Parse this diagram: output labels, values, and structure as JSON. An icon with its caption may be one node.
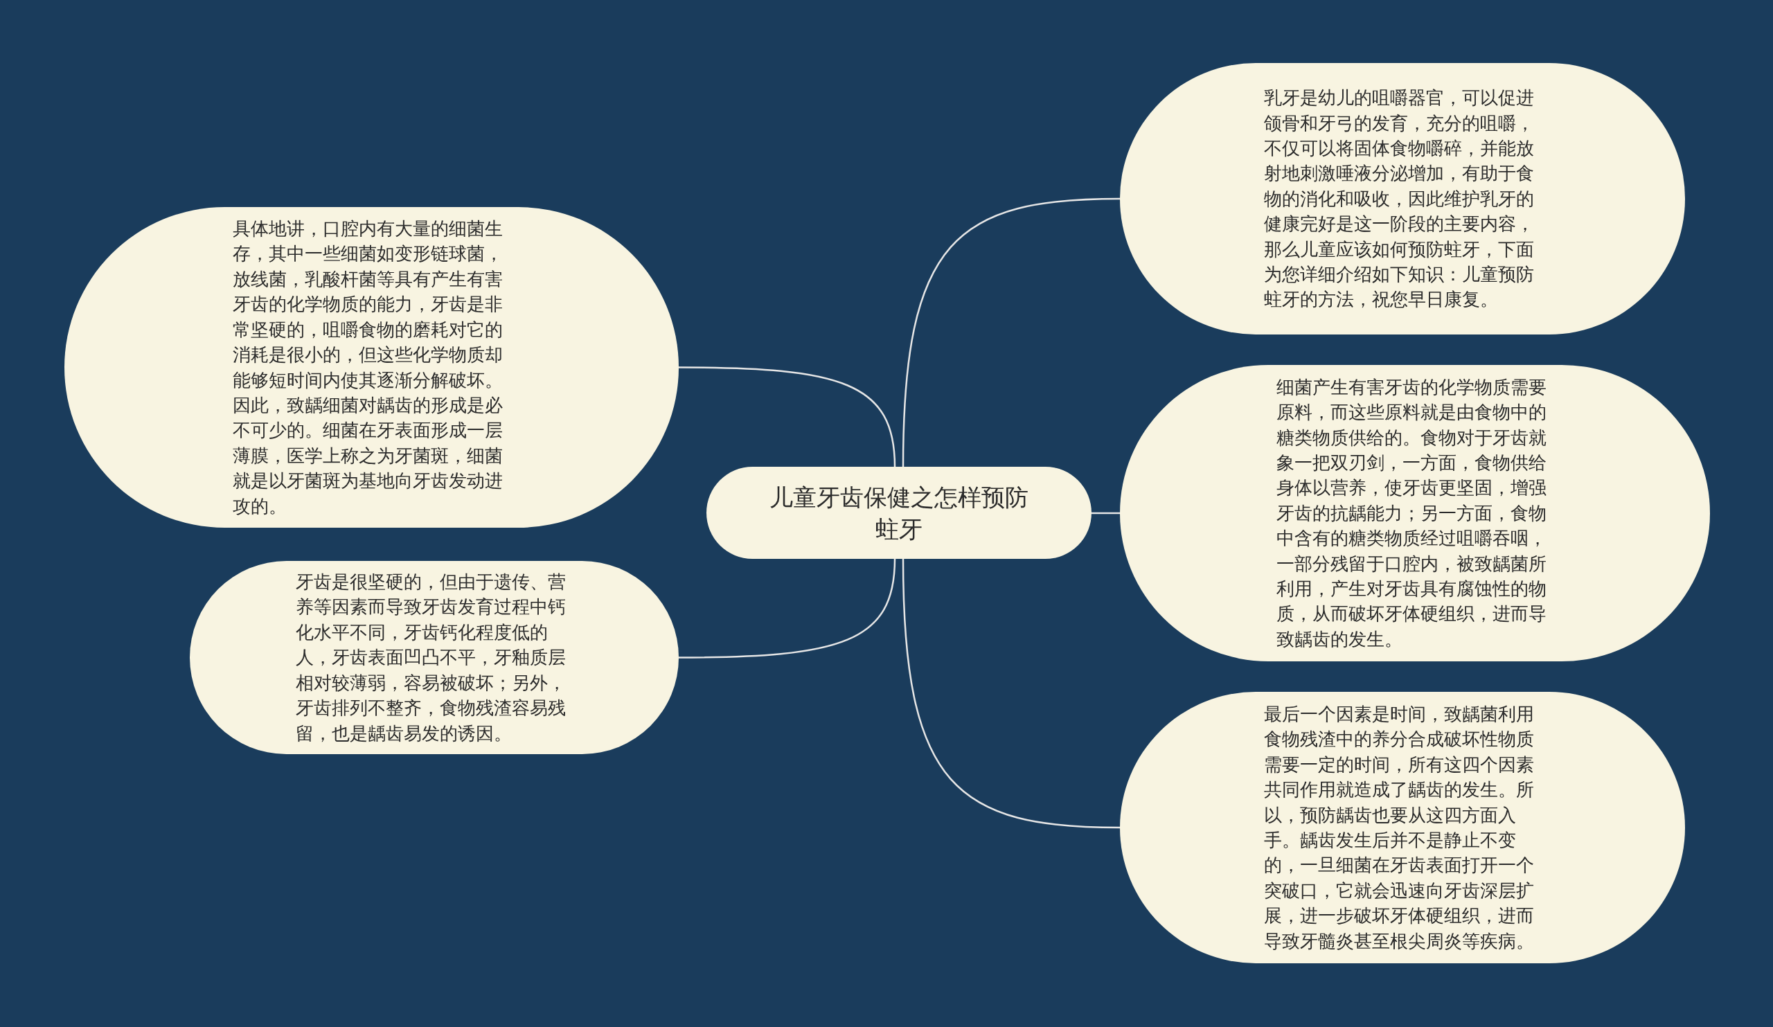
{
  "diagram": {
    "nodes": [
      {
        "text": [
          "儿童牙齿保健之怎样预防蛀牙"
        ]
      },
      {
        "text": [
          "乳牙是幼儿的咀嚼器官，可以促进颌骨和牙弓的发育，充分的咀嚼，不仅可以将固体食物嚼碎，并能放射地刺激唾液分泌增加，有助于食物的消化和吸收，因此维护乳牙的健康完好是这一阶段的主要内容，那么儿童应该如何预防蛀牙，下面为您详细介绍如下知识：儿童预防蛀牙的方法，祝您早日康复。"
        ]
      },
      {
        "text": [
          "细菌产生有害牙齿的化学物质需要原料，而这些原料就是由食物中的糖类物质供给的。食物对于牙齿就象一把双刃剑，一方面，食物供给身体以营养，使牙齿更坚固，增强牙齿的抗龋能力；另一方面，食物中含有的糖类物质经过咀嚼吞咽，一部分残留于口腔内，被致龋菌所利用，产生对牙齿具有腐蚀性的物质，从而破坏牙体硬组织，进而导致龋齿的发生。"
        ]
      },
      {
        "text": [
          "最后一个因素是时间，致龋菌利用食物残渣中的养分合成破坏性物质需要一定的时间，所有这四个因素共同作用就造成了龋齿的发生。所以，预防龋齿也要从这四方面入手。龋齿发生后并不是静止不变的，一旦细菌在牙齿表面打开一个突破口，它就会迅速向牙齿深层扩展，进一步破坏牙体硬组织，进而导致牙髓炎甚至根尖周炎等疾病。"
        ]
      },
      {
        "text": [
          "具体地讲，口腔内有大量的细菌生存，其中一些细菌如变形链球菌，放线菌，乳酸杆菌等具有产生有害牙齿的化学物质的能力，牙齿是非常坚硬的，咀嚼食物的磨耗对它的消耗是很小的，但这些化学物质却能够短时间内使其逐渐分解破坏。因此，致龋细菌对龋齿的形成是必不可少的。细菌在牙表面形成一层薄膜，医学上称之为牙菌斑，细菌就是以牙菌斑为基地向牙齿发动进攻的。"
        ]
      },
      {
        "text": [
          "牙齿是很坚硬的，但由于遗传、营养等因素而导致牙齿发育过程中钙化水平不同，牙齿钙化程度低的人，牙齿表面凹凸不平，牙釉质层相对较薄弱，容易被破坏；另外，牙齿排列不整齐，食物残渣容易残留，也是龋齿易发的诱因。"
        ]
      }
    ],
    "edges": [
      {
        "from": 0,
        "to": 1,
        "arrow": "none"
      },
      {
        "from": 0,
        "to": 2,
        "arrow": "none"
      },
      {
        "from": 0,
        "to": 3,
        "arrow": "none"
      },
      {
        "from": 0,
        "to": 4,
        "arrow": "none"
      },
      {
        "from": 0,
        "to": 5,
        "arrow": "none"
      }
    ]
  }
}
